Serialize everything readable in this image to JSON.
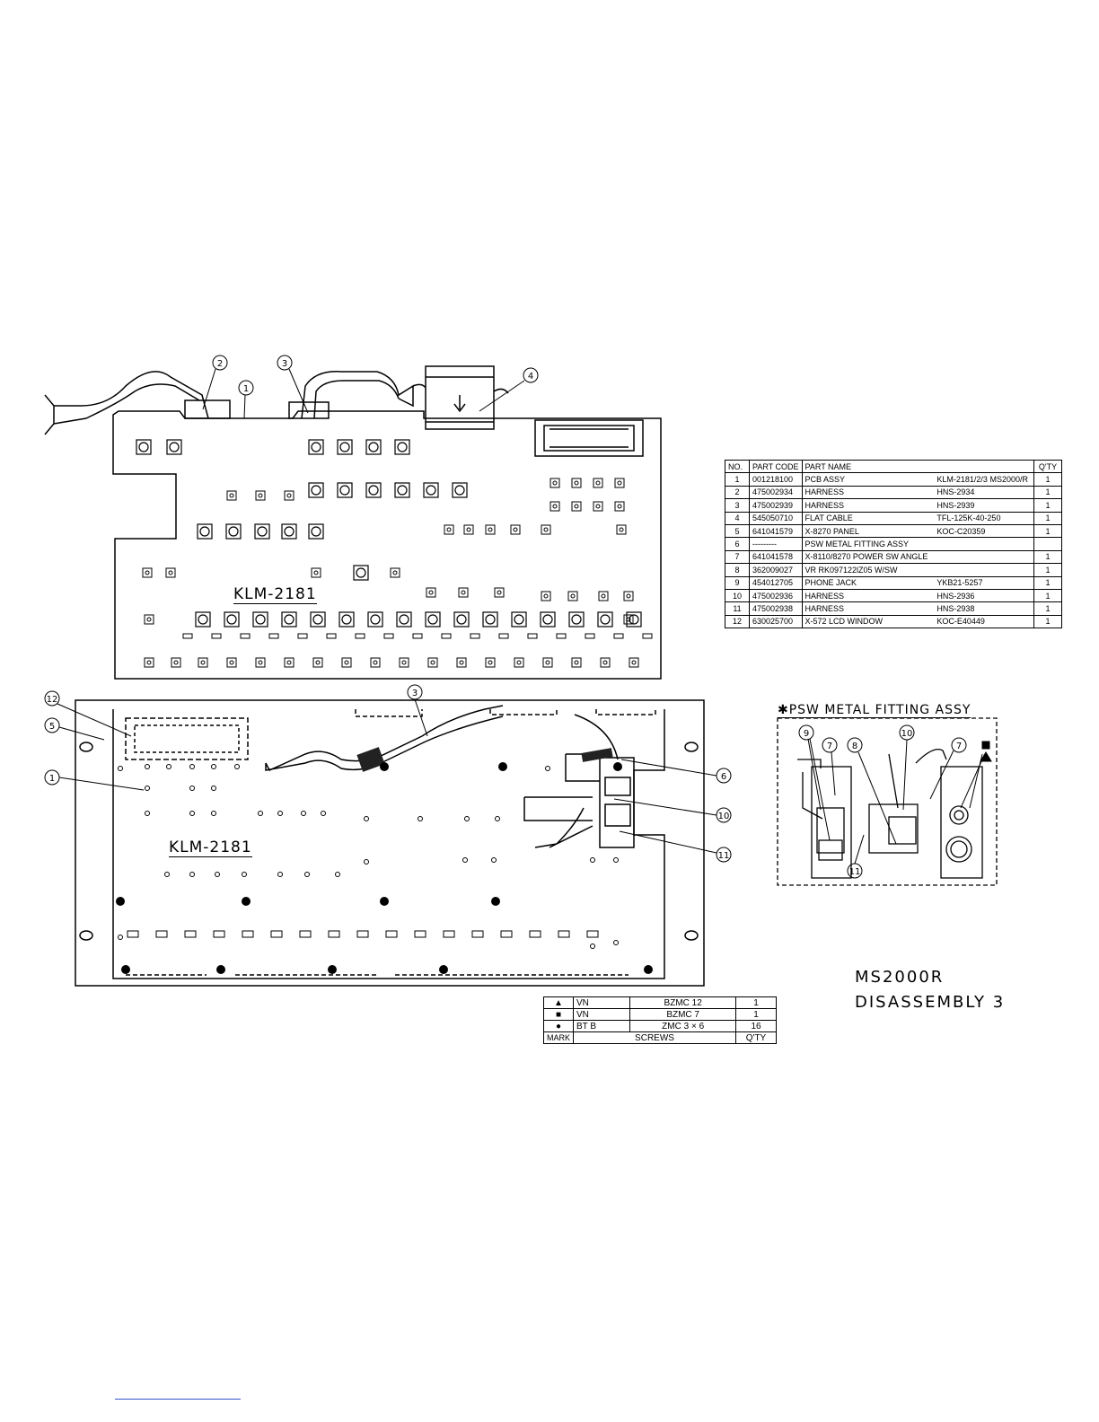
{
  "board_label_top": "KLM-2181",
  "board_label_bottom": "KLM-2181",
  "psw_title": "✱PSW METAL FITTING ASSY",
  "title_line1": "MS2000R",
  "title_line2": "DISASSEMBLY 3",
  "callouts": [
    "1",
    "2",
    "3",
    "4",
    "5",
    "6",
    "7",
    "8",
    "9",
    "10",
    "11",
    "12"
  ],
  "parts_table": {
    "headers": [
      "NO.",
      "PART CODE",
      "PART NAME",
      "",
      "Q'TY"
    ],
    "rows": [
      {
        "no": "1",
        "code": "001218100",
        "name": "PCB ASSY",
        "spec": "KLM-2181/2/3 MS2000/R",
        "qty": "1"
      },
      {
        "no": "2",
        "code": "475002934",
        "name": "HARNESS",
        "spec": "HNS-2934",
        "qty": "1"
      },
      {
        "no": "3",
        "code": "475002939",
        "name": "HARNESS",
        "spec": "HNS-2939",
        "qty": "1"
      },
      {
        "no": "4",
        "code": "545050710",
        "name": "FLAT CABLE",
        "spec": "TFL-125K-40-250",
        "qty": "1"
      },
      {
        "no": "5",
        "code": "641041579",
        "name": "X-8270 PANEL",
        "spec": "KOC-C20359",
        "qty": "1"
      },
      {
        "no": "6",
        "code": "---------",
        "name": "PSW METAL FITTING ASSY",
        "spec": "",
        "qty": ""
      },
      {
        "no": "7",
        "code": "641041578",
        "name": "X-8110/8270 POWER SW ANGLE",
        "spec": "",
        "qty": "1"
      },
      {
        "no": "8",
        "code": "362009027",
        "name": "VR RK097122lZ05 W/SW",
        "spec": "",
        "qty": "1"
      },
      {
        "no": "9",
        "code": "454012705",
        "name": "PHONE JACK",
        "spec": "YKB21-5257",
        "qty": "1"
      },
      {
        "no": "10",
        "code": "475002936",
        "name": "HARNESS",
        "spec": "HNS-2936",
        "qty": "1"
      },
      {
        "no": "11",
        "code": "475002938",
        "name": "HARNESS",
        "spec": "HNS-2938",
        "qty": "1"
      },
      {
        "no": "12",
        "code": "630025700",
        "name": "X-572 LCD WINDOW",
        "spec": "KOC-E40449",
        "qty": "1"
      }
    ]
  },
  "screws_table": {
    "rows": [
      {
        "mark": "▲",
        "type": "VN",
        "size": "BZMC  12",
        "qty": "1"
      },
      {
        "mark": "■",
        "type": "VN",
        "size": "BZMC  7",
        "qty": "1"
      },
      {
        "mark": "●",
        "type": "BT  B",
        "size": "ZMC  3 × 6",
        "qty": "16"
      }
    ],
    "footer": {
      "mark": "MARK",
      "screws": "SCREWS",
      "qty": "Q'TY"
    }
  }
}
